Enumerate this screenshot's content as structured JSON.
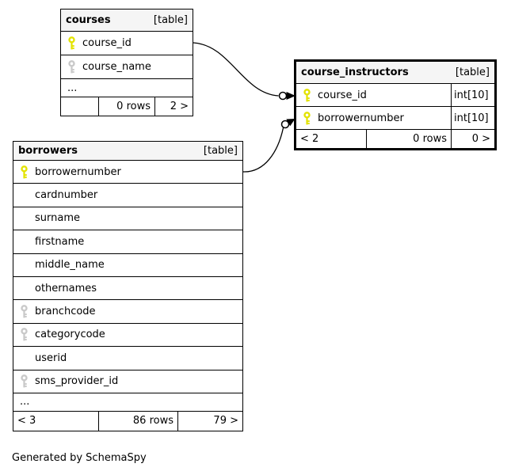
{
  "note": "Generated by SchemaSpy",
  "colors": {
    "primary_key_icon": "#e3e300",
    "secondary_key_icon": "#c9c9c9",
    "header_bg": "#f5f5f5",
    "border": "#000000",
    "background": "#ffffff"
  },
  "tables": [
    {
      "id": "courses",
      "name": "courses",
      "type_label": "[table]",
      "columns": [
        {
          "name": "course_id",
          "key": "primary",
          "type": ""
        },
        {
          "name": "course_name",
          "key": "secondary",
          "type": ""
        }
      ],
      "ellipsis": "...",
      "footer": {
        "left": "",
        "center": "0 rows",
        "right": "2 >"
      }
    },
    {
      "id": "course_instructors",
      "name": "course_instructors",
      "type_label": "[table]",
      "emphasized": true,
      "columns": [
        {
          "name": "course_id",
          "key": "primary",
          "type": "int[10]"
        },
        {
          "name": "borrowernumber",
          "key": "primary",
          "type": "int[10]"
        }
      ],
      "footer": {
        "left": "< 2",
        "center": "0 rows",
        "right": "0 >"
      }
    },
    {
      "id": "borrowers",
      "name": "borrowers",
      "type_label": "[table]",
      "columns": [
        {
          "name": "borrowernumber",
          "key": "primary"
        },
        {
          "name": "cardnumber",
          "key": "none"
        },
        {
          "name": "surname",
          "key": "none"
        },
        {
          "name": "firstname",
          "key": "none"
        },
        {
          "name": "middle_name",
          "key": "none"
        },
        {
          "name": "othernames",
          "key": "none"
        },
        {
          "name": "branchcode",
          "key": "secondary"
        },
        {
          "name": "categorycode",
          "key": "secondary"
        },
        {
          "name": "userid",
          "key": "none"
        },
        {
          "name": "sms_provider_id",
          "key": "secondary"
        }
      ],
      "ellipsis": "...",
      "footer": {
        "left": "< 3",
        "center": "86 rows",
        "right": "79 >"
      }
    }
  ],
  "relationships": [
    {
      "from_table": "courses",
      "from_column": "course_id",
      "to_table": "course_instructors",
      "to_column": "course_id",
      "to_end_style": "open-circle-filled-arrow"
    },
    {
      "from_table": "borrowers",
      "from_column": "borrowernumber",
      "to_table": "course_instructors",
      "to_column": "borrowernumber",
      "to_end_style": "open-circle-filled-arrow"
    }
  ]
}
